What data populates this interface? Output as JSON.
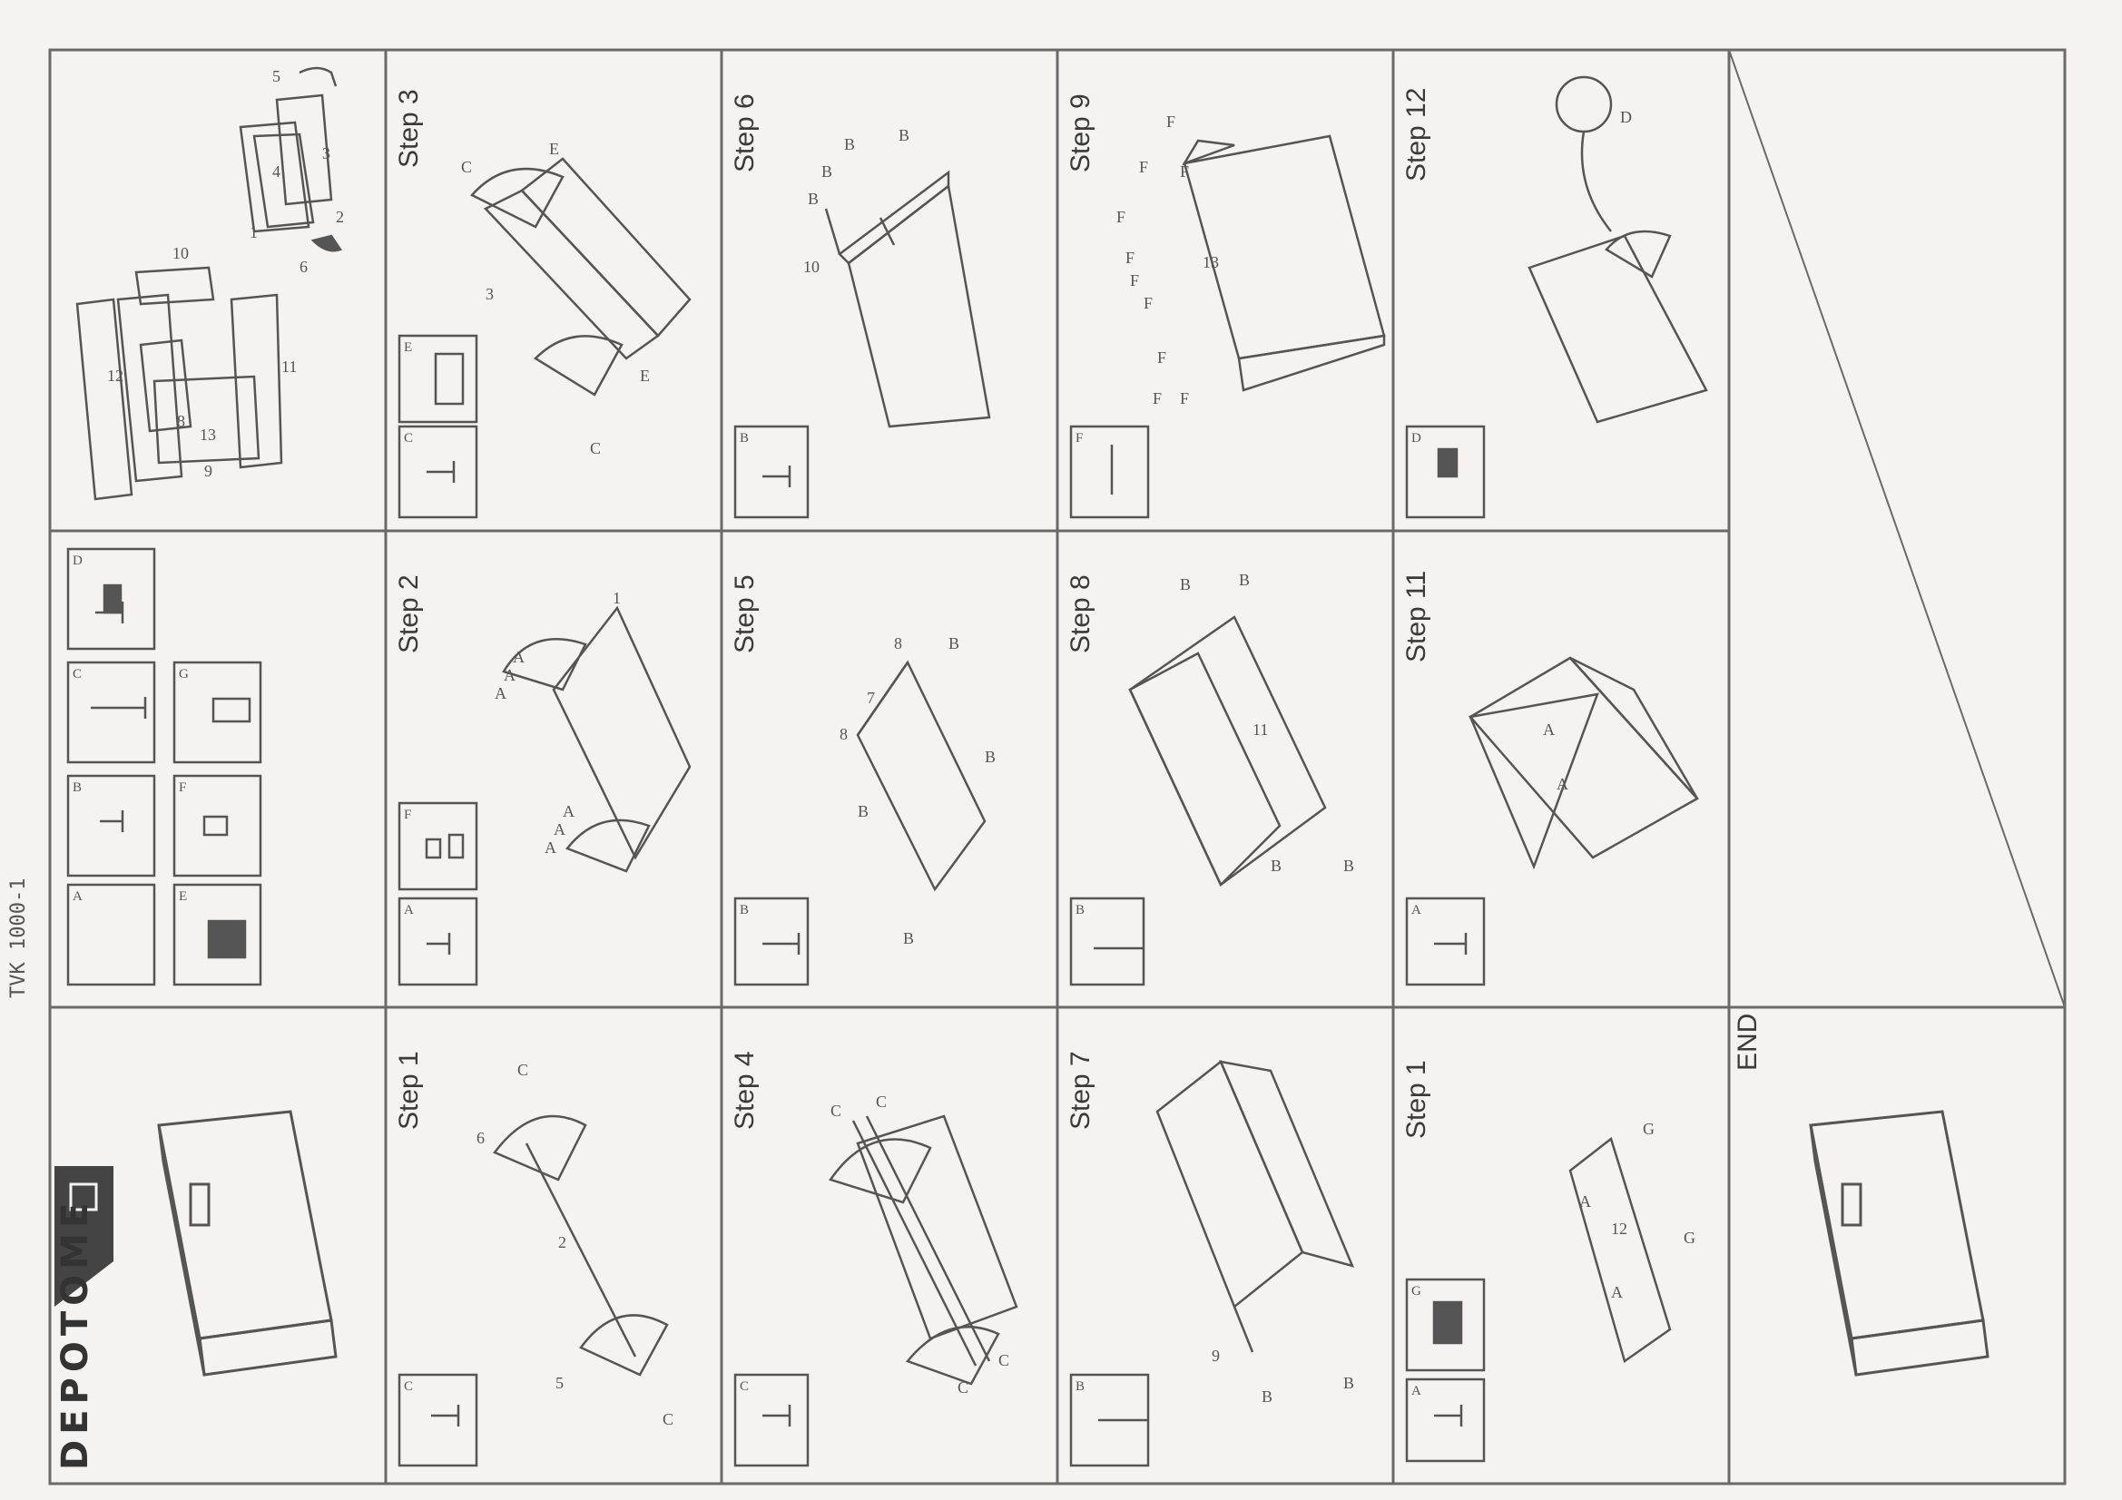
{
  "handwritten_code": "TVK 1000-1",
  "brand": {
    "name": "DEPOTOME"
  },
  "steps": [
    {
      "id": "s1",
      "title": "Step 1",
      "hardware": [
        "C"
      ],
      "parts": [
        "6",
        "2",
        "5"
      ],
      "fasteners": [
        "C",
        "C"
      ]
    },
    {
      "id": "s2",
      "title": "Step 2",
      "hardware": [
        "A",
        "F"
      ],
      "parts": [
        "1"
      ],
      "fasteners": [
        "A",
        "A",
        "A",
        "A",
        "A",
        "A"
      ]
    },
    {
      "id": "s3",
      "title": "Step 3",
      "hardware": [
        "C",
        "E"
      ],
      "parts": [
        "3"
      ],
      "fasteners": [
        "C",
        "E",
        "C",
        "E"
      ]
    },
    {
      "id": "s4",
      "title": "Step 4",
      "hardware": [
        "C"
      ],
      "parts": [],
      "fasteners": [
        "C",
        "C",
        "C",
        "C"
      ]
    },
    {
      "id": "s5",
      "title": "Step 5",
      "hardware": [
        "B"
      ],
      "parts": [
        "8",
        "7",
        "8"
      ],
      "fasteners": [
        "B",
        "B",
        "B",
        "B"
      ]
    },
    {
      "id": "s6",
      "title": "Step 6",
      "hardware": [
        "B"
      ],
      "parts": [
        "10"
      ],
      "fasteners": [
        "B",
        "B",
        "B",
        "B"
      ]
    },
    {
      "id": "s7",
      "title": "Step 7",
      "hardware": [
        "B"
      ],
      "parts": [
        "9"
      ],
      "fasteners": [
        "B",
        "B"
      ]
    },
    {
      "id": "s8",
      "title": "Step 8",
      "hardware": [
        "B"
      ],
      "parts": [
        "11"
      ],
      "fasteners": [
        "B",
        "B",
        "B",
        "B"
      ]
    },
    {
      "id": "s9",
      "title": "Step 9",
      "hardware": [
        "F"
      ],
      "parts": [
        "13"
      ],
      "fasteners": [
        "F",
        "F",
        "F",
        "F",
        "F",
        "F",
        "F",
        "F",
        "F",
        "F"
      ]
    },
    {
      "id": "s10",
      "title": "Step 1",
      "hardware": [
        "A",
        "G"
      ],
      "parts": [
        "12"
      ],
      "fasteners": [
        "A",
        "A",
        "G",
        "G"
      ]
    },
    {
      "id": "s11",
      "title": "Step 11",
      "hardware": [
        "A"
      ],
      "parts": [],
      "fasteners": [
        "A",
        "A"
      ]
    },
    {
      "id": "s12",
      "title": "Step 12",
      "hardware": [
        "D"
      ],
      "parts": [],
      "fasteners": [
        "D"
      ]
    }
  ],
  "end_label": "END",
  "hardware_legend": [
    "A",
    "B",
    "C",
    "D",
    "E",
    "F",
    "G"
  ],
  "exploded_parts": [
    "12",
    "8",
    "13",
    "9",
    "10",
    "11",
    "1",
    "4",
    "3",
    "5",
    "2",
    "6"
  ]
}
